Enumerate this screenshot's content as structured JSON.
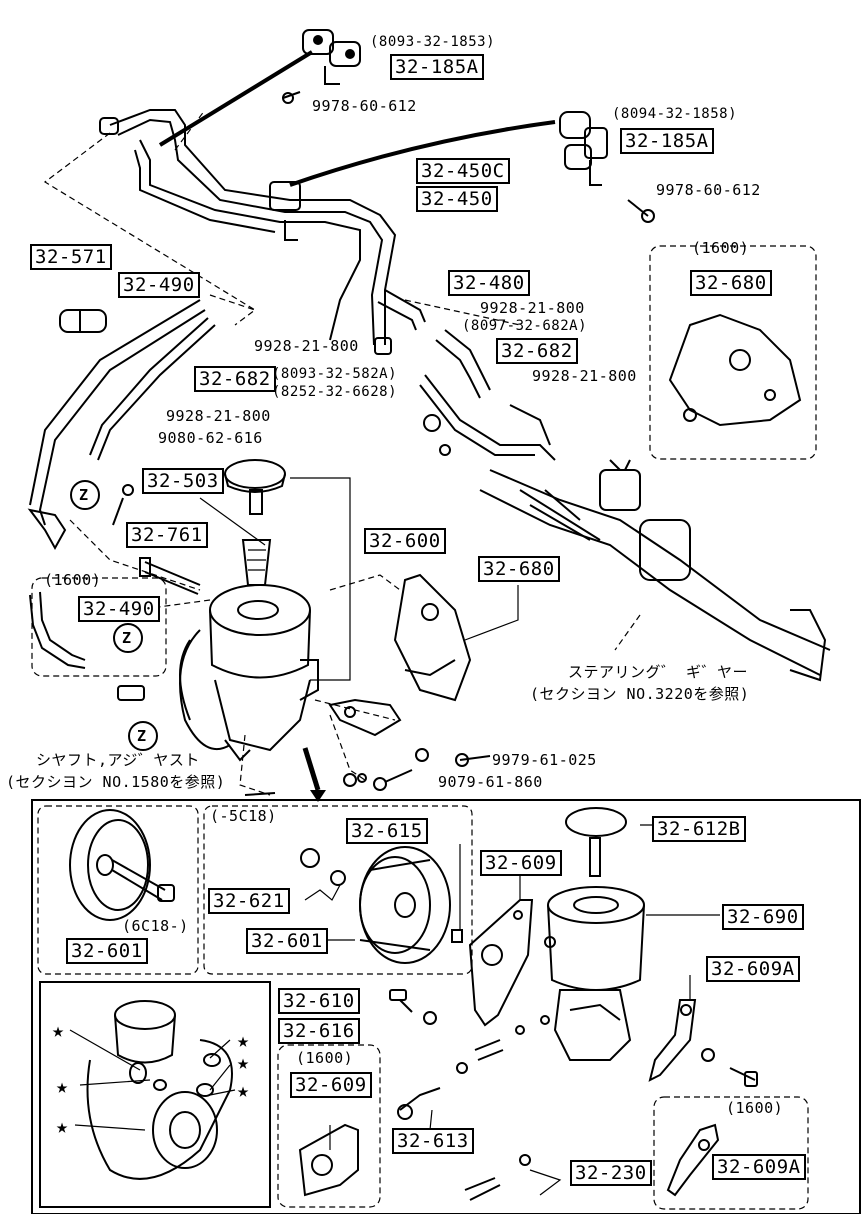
{
  "parts": {
    "p_32_185A_top": "32-185A",
    "p_32_185A_right": "32-185A",
    "p_32_450C": "32-450C",
    "p_32_450": "32-450",
    "p_32_571": "32-571",
    "p_32_490_top": "32-490",
    "p_32_480": "32-480",
    "p_32_682_right": "32-682",
    "p_32_682_left": "32-682",
    "p_32_680_box": "32-680",
    "p_32_503": "32-503",
    "p_32_600": "32-600",
    "p_32_761": "32-761",
    "p_32_490_lower": "32-490",
    "p_32_680_mid": "32-680",
    "p_32_615": "32-615",
    "p_32_612B": "32-612B",
    "p_32_609_top": "32-609",
    "p_32_621": "32-621",
    "p_32_601_mid": "32-601",
    "p_32_690": "32-690",
    "p_32_601_left": "32-601",
    "p_32_609A_right": "32-609A",
    "p_32_610": "32-610",
    "p_32_616": "32-616",
    "p_32_609_lower": "32-609",
    "p_32_613": "32-613",
    "p_32_230": "32-230",
    "p_32_609A_lower": "32-609A"
  },
  "text": {
    "ref_8093_1853": "(8093-32-1853)",
    "bolt_9978_top": "9978-60-612",
    "ref_8094_1858": "(8094-32-1858)",
    "bolt_9978_right": "9978-60-612",
    "clamp_9928_a": "9928-21-800",
    "ref_8097_682A": "(8097-32-682A)",
    "clamp_9928_b": "9928-21-800",
    "clamp_9928_c": "9928-21-800",
    "ref_8093_582A": "(8093-32-582A)",
    "ref_8252_6628": "(8252-32-6628)",
    "clamp_9928_d": "9928-21-800",
    "bolt_9080": "9080-62-616",
    "variant_1600_box": "(1600)",
    "variant_1600_left": "(1600)",
    "steering_gear": "ステアリング゛ ギ゛ヤー",
    "steering_ref": "(セクシヨン NO.3220を参照)",
    "bolt_9979": "9979-61-025",
    "bolt_9079": "9079-61-860",
    "shaft_adjust": "シヤフト,アジ゛ヤスト",
    "shaft_ref": "(セクシヨン NO.1580を参照)",
    "variant_5C18": "(-5C18)",
    "variant_6C18": "(6C18-)",
    "variant_1600_bottom": "(1600)",
    "variant_1600_br": "(1600)",
    "callout_z1": "Z",
    "callout_z2": "Z",
    "callout_z3": "Z"
  },
  "marker": "★"
}
